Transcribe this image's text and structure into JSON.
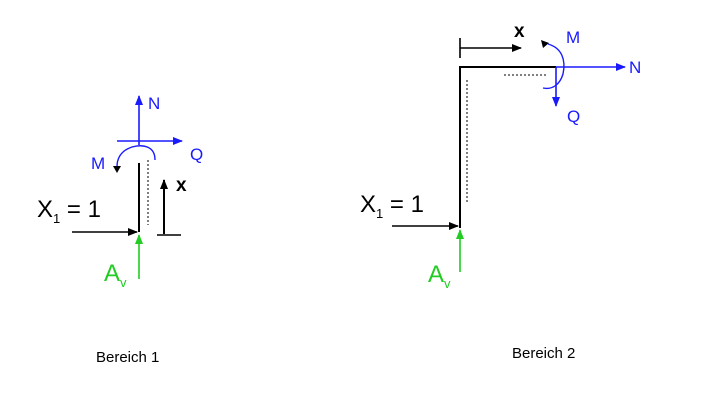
{
  "colors": {
    "internal_forces": "#1a1aff",
    "support_reaction": "#22cc22",
    "structure": "#000000"
  },
  "region1": {
    "caption": "Bereich 1",
    "force_N": "N",
    "force_Q": "Q",
    "moment_M": "M",
    "coordinate_x": "x",
    "load_symbol": "X",
    "load_sub": "1",
    "load_value": " = 1",
    "reaction_symbol": "A",
    "reaction_sub": "v"
  },
  "region2": {
    "caption": "Bereich 2",
    "force_N": "N",
    "force_Q": "Q",
    "moment_M": "M",
    "coordinate_x": "x",
    "load_symbol": "X",
    "load_sub": "1",
    "load_value": " = 1",
    "reaction_symbol": "A",
    "reaction_sub": "v"
  }
}
